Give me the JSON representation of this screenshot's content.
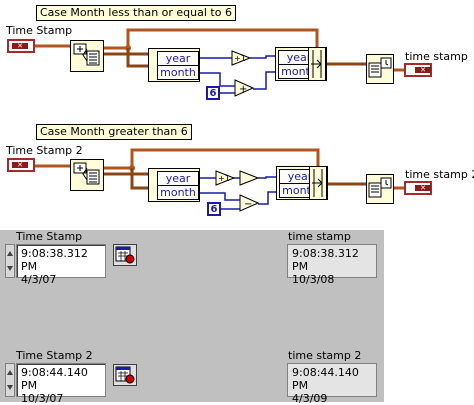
{
  "cases": [
    {
      "caption": "Case Month less than or equal to 6",
      "input_terminal_label": "Time Stamp",
      "output_terminal_label": "time stamp",
      "bundle_fields": [
        "year",
        "month"
      ],
      "unbundle_fields": [
        "year",
        "month"
      ],
      "month_constant": "6",
      "increment_symbol": "+1",
      "add_symbol": "+"
    },
    {
      "caption": "Case Month greater than 6",
      "input_terminal_label": "Time Stamp 2",
      "output_terminal_label": "time stamp 2",
      "bundle_fields": [
        "year",
        "month"
      ],
      "unbundle_fields": [
        "year",
        "month"
      ],
      "month_constant": "6",
      "increment_symbol": "+1",
      "subtract_symbol": "−"
    }
  ],
  "front_panel": {
    "controls": [
      {
        "label": "Time Stamp",
        "time": "9:08:38.312 PM",
        "date": "4/3/07"
      },
      {
        "label": "Time Stamp 2",
        "time": "9:08:44.140 PM",
        "date": "10/3/07"
      }
    ],
    "indicators": [
      {
        "label": "time stamp",
        "time": "9:08:38.312 PM",
        "date": "10/3/08"
      },
      {
        "label": "time stamp 2",
        "time": "9:08:44.140 PM",
        "date": "4/3/09"
      }
    ]
  },
  "colors": {
    "timestamp_wire": "#b3541e",
    "numeric_wire": "#1a1aa5",
    "cluster_wire": "#8b4513",
    "caption_bg": "#fffed8",
    "panel_bg": "#c0c0c0"
  }
}
